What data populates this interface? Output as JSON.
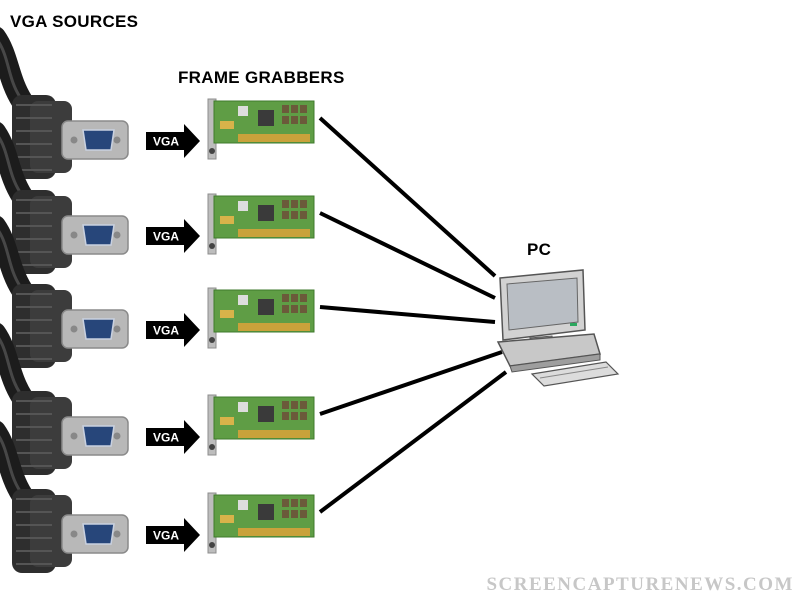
{
  "headings": {
    "sources": "VGA SOURCES",
    "grabbers": "FRAME GRABBERS",
    "pc": "PC"
  },
  "channels": [
    {
      "source_label": "VGA"
    },
    {
      "source_label": "VGA"
    },
    {
      "source_label": "VGA"
    },
    {
      "source_label": "VGA"
    },
    {
      "source_label": "VGA"
    }
  ],
  "watermark": "SCREENCAPTURENEWS.COM",
  "colors": {
    "connector_body": "#2e2e2e",
    "connector_plate": "#b8b8b8",
    "connector_port": "#27467a",
    "board_pcb": "#5f9d45",
    "board_chip": "#3a3a3a",
    "gold_contacts": "#c9a23b",
    "link_line": "#000000",
    "pc_gray": "#d2d2d2",
    "pc_screen": "#b9bec4",
    "pc_led": "#2ba85f"
  }
}
